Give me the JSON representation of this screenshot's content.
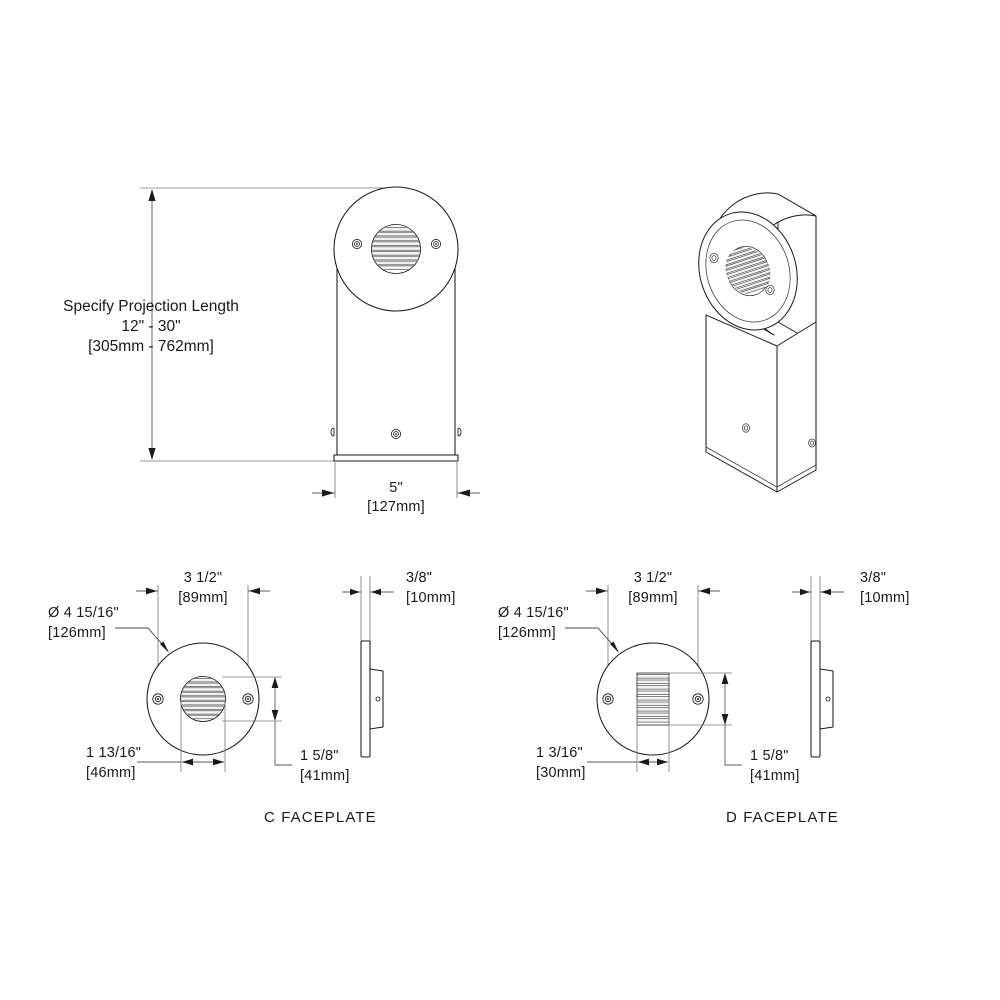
{
  "document": {
    "title": "Bollard / Wall Fixture Dimensional Drawing",
    "type": "technical-drawing",
    "background_color": "#ffffff",
    "line_color": "#1a1a1a",
    "dimension_line_color": "#5a5a5a"
  },
  "main_view": {
    "name": "front-elevation",
    "projection_note": {
      "line1": "Specify Projection Length",
      "line2": "12\" - 30\"",
      "line3": "[305mm - 762mm]"
    },
    "width_dimension": {
      "inches": "5\"",
      "metric": "[127mm]"
    }
  },
  "iso_view": {
    "name": "isometric-view",
    "label": ""
  },
  "faceplates": [
    {
      "id": "c",
      "label": "C FACEPLATE",
      "diameter": {
        "inches": "Ø 4 15/16\"",
        "metric": "[126mm]"
      },
      "screw_spacing": {
        "inches": "3 1/2\"",
        "metric": "[89mm]"
      },
      "louver_width": {
        "inches": "1 13/16\"",
        "metric": "[46mm]"
      },
      "louver_height": {
        "inches": "1 5/8\"",
        "metric": "[41mm]"
      },
      "plate_thickness": {
        "inches": "3/8\"",
        "metric": "[10mm]"
      },
      "louver_shape": "circular"
    },
    {
      "id": "d",
      "label": "D FACEPLATE",
      "diameter": {
        "inches": "Ø 4 15/16\"",
        "metric": "[126mm]"
      },
      "screw_spacing": {
        "inches": "3 1/2\"",
        "metric": "[89mm]"
      },
      "louver_width": {
        "inches": "1 3/16\"",
        "metric": "[30mm]"
      },
      "louver_height": {
        "inches": "1 5/8\"",
        "metric": "[41mm]"
      },
      "plate_thickness": {
        "inches": "3/8\"",
        "metric": "[10mm]"
      },
      "louver_shape": "rectangular"
    }
  ]
}
